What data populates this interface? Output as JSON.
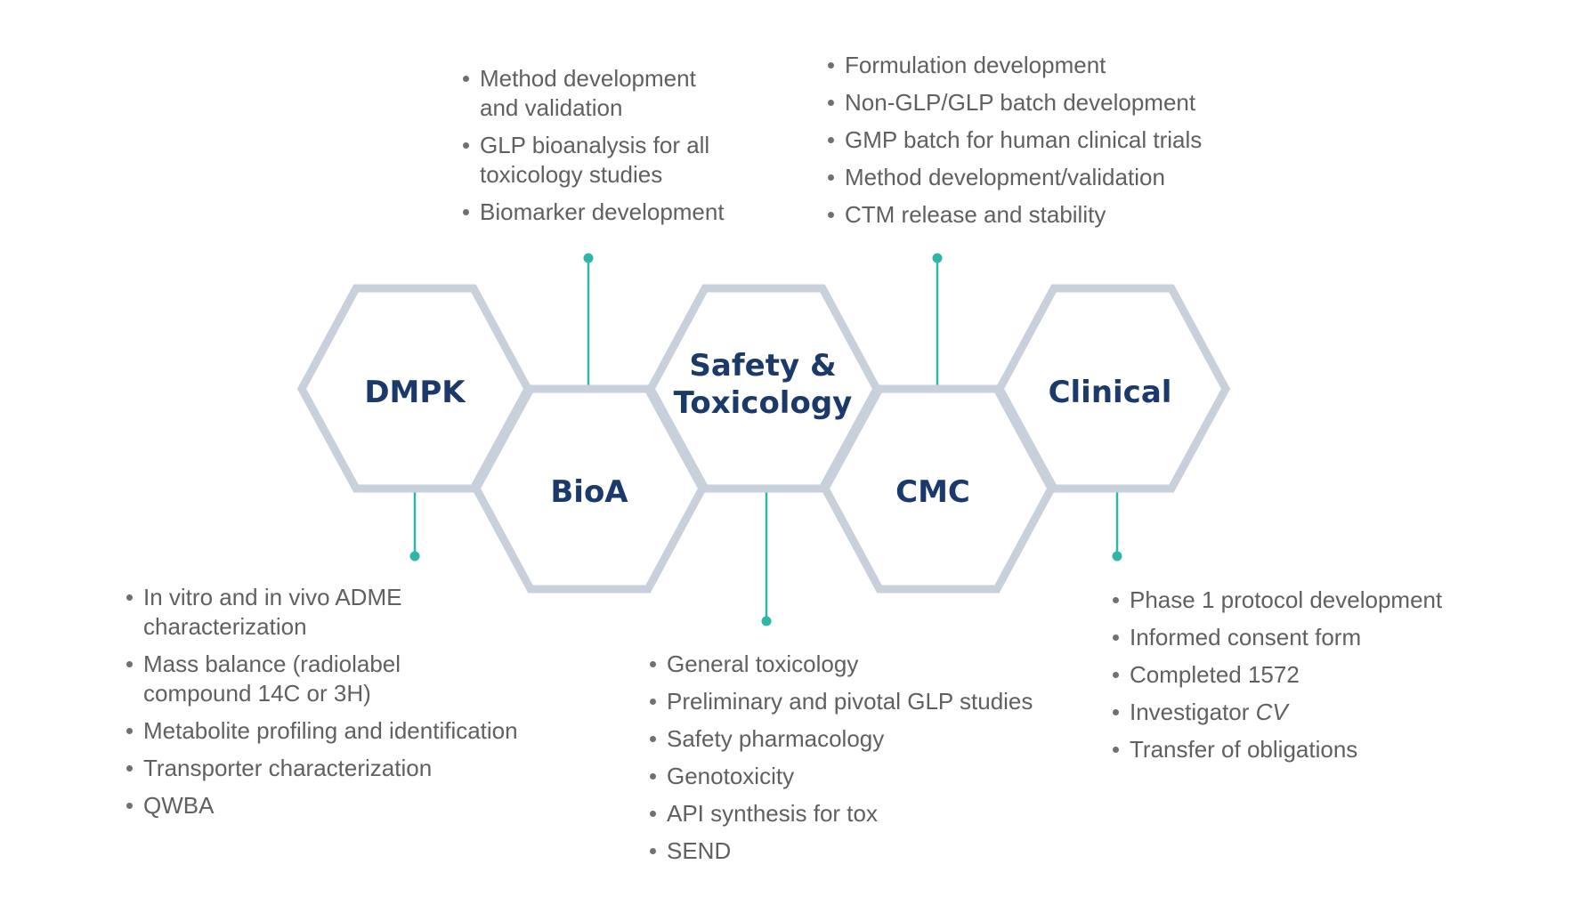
{
  "hexagons": {
    "dmpk": "DMPK",
    "bioa": "BioA",
    "safety_line1": "Safety &",
    "safety_line2": "Toxicology",
    "cmc": "CMC",
    "clinical": "Clinical"
  },
  "lists": {
    "bioa": [
      "Method development and validation",
      "GLP bioanalysis for all toxicology studies",
      "Biomarker development"
    ],
    "cmc": [
      "Formulation development",
      "Non-GLP/GLP batch development",
      "GMP batch for human clinical trials",
      "Method development/validation",
      "CTM release and stability"
    ],
    "dmpk": [
      "In vitro and in vivo ADME characterization",
      "Mass balance (radiolabel compound 14C or 3H)",
      "Metabolite profiling and identification",
      "Transporter characterization",
      "QWBA"
    ],
    "safety": [
      "General toxicology",
      "Preliminary and pivotal GLP studies",
      "Safety pharmacology",
      "Genotoxicity",
      "API synthesis for tox",
      "SEND"
    ],
    "clinical": {
      "items": [
        "Phase 1 protocol development",
        "Informed consent form",
        "Completed 1572"
      ],
      "investigator_prefix": "Investigator ",
      "investigator_cv": "CV",
      "last": "Transfer of obligations"
    }
  },
  "colors": {
    "hex_stroke": "#c8d0dc",
    "label": "#1b3a6b",
    "connector": "#2fb6a8",
    "text": "#5f6062"
  }
}
